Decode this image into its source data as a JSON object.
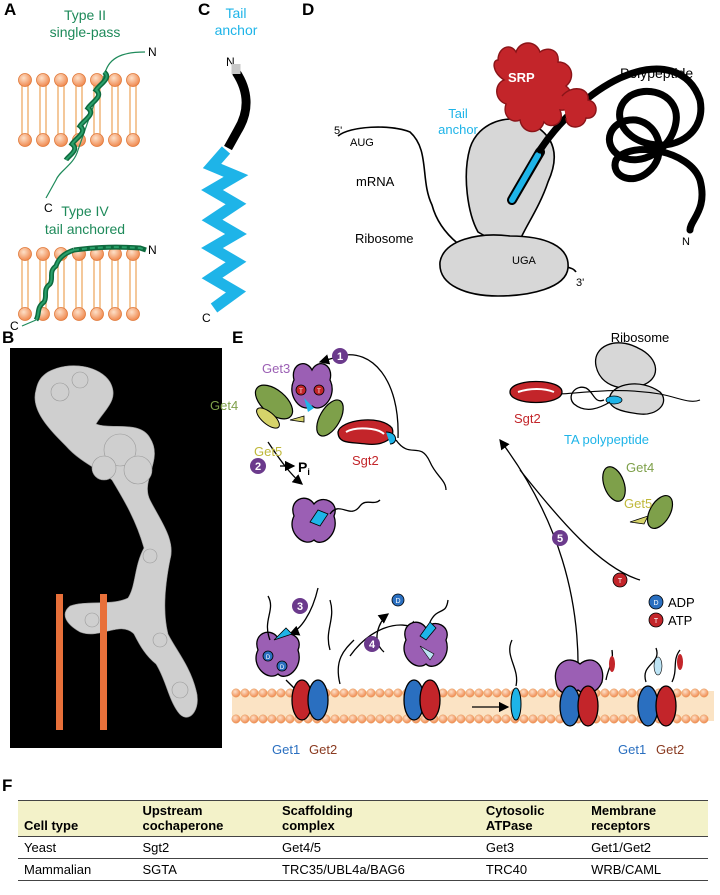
{
  "panels": {
    "a": "A",
    "b": "B",
    "c": "C",
    "d": "D",
    "e": "E",
    "f": "F"
  },
  "panel_a": {
    "type2_line1": "Type II",
    "type2_line2": "single-pass",
    "type4_line1": "Type IV",
    "type4_line2": "tail anchored",
    "n_label": "N",
    "c_label": "C"
  },
  "panel_c": {
    "title_line1": "Tail",
    "title_line2": "anchor",
    "n_label": "N",
    "c_label": "C"
  },
  "panel_d": {
    "srp": "SRP",
    "polypeptide": "Polypeptide",
    "tail_anchor_line1": "Tail",
    "tail_anchor_line2": "anchor",
    "five_prime": "5'",
    "aug": "AUG",
    "mrna": "mRNA",
    "ribosome": "Ribosome",
    "uga": "UGA",
    "three_prime": "3'",
    "n_label": "N"
  },
  "panel_e": {
    "get3": "Get3",
    "get4": "Get4",
    "get5": "Get5",
    "sgt2": "Sgt2",
    "pi_main": "P",
    "pi_sub": "i",
    "ribosome": "Ribosome",
    "sgt2_free": "Sgt2",
    "ta_polypeptide": "TA polypeptide",
    "get4_free": "Get4",
    "get5_free": "Get5",
    "get1_left": "Get1",
    "get2_left": "Get2",
    "get1_right": "Get1",
    "get2_right": "Get2",
    "adp": "ADP",
    "atp": "ATP",
    "t_badge": "T",
    "d_badge": "D",
    "steps": [
      "1",
      "2",
      "3",
      "4",
      "5"
    ]
  },
  "colors": {
    "green": "#1e8a5a",
    "cyan": "#1eb4e8",
    "red": "#c3252a",
    "purple": "#9b5fb4",
    "olive": "#7ea04a",
    "yellow": "#d6d36a",
    "blue": "#2a6fc0",
    "orange": "#e8703a",
    "membrane": "#f6c089",
    "step_circle": "#6b3a8c",
    "table_header": "#f3f2c9"
  },
  "table": {
    "headers": [
      [
        "Cell type"
      ],
      [
        "Upstream",
        "cochaperone"
      ],
      [
        "Scaffolding",
        "complex"
      ],
      [
        "Cytosolic",
        "ATPase"
      ],
      [
        "Membrane",
        "receptors"
      ]
    ],
    "rows": [
      [
        "Yeast",
        "Sgt2",
        "Get4/5",
        "Get3",
        "Get1/Get2"
      ],
      [
        "Mammalian",
        "SGTA",
        "TRC35/UBL4a/BAG6",
        "TRC40",
        "WRB/CAML"
      ]
    ]
  }
}
